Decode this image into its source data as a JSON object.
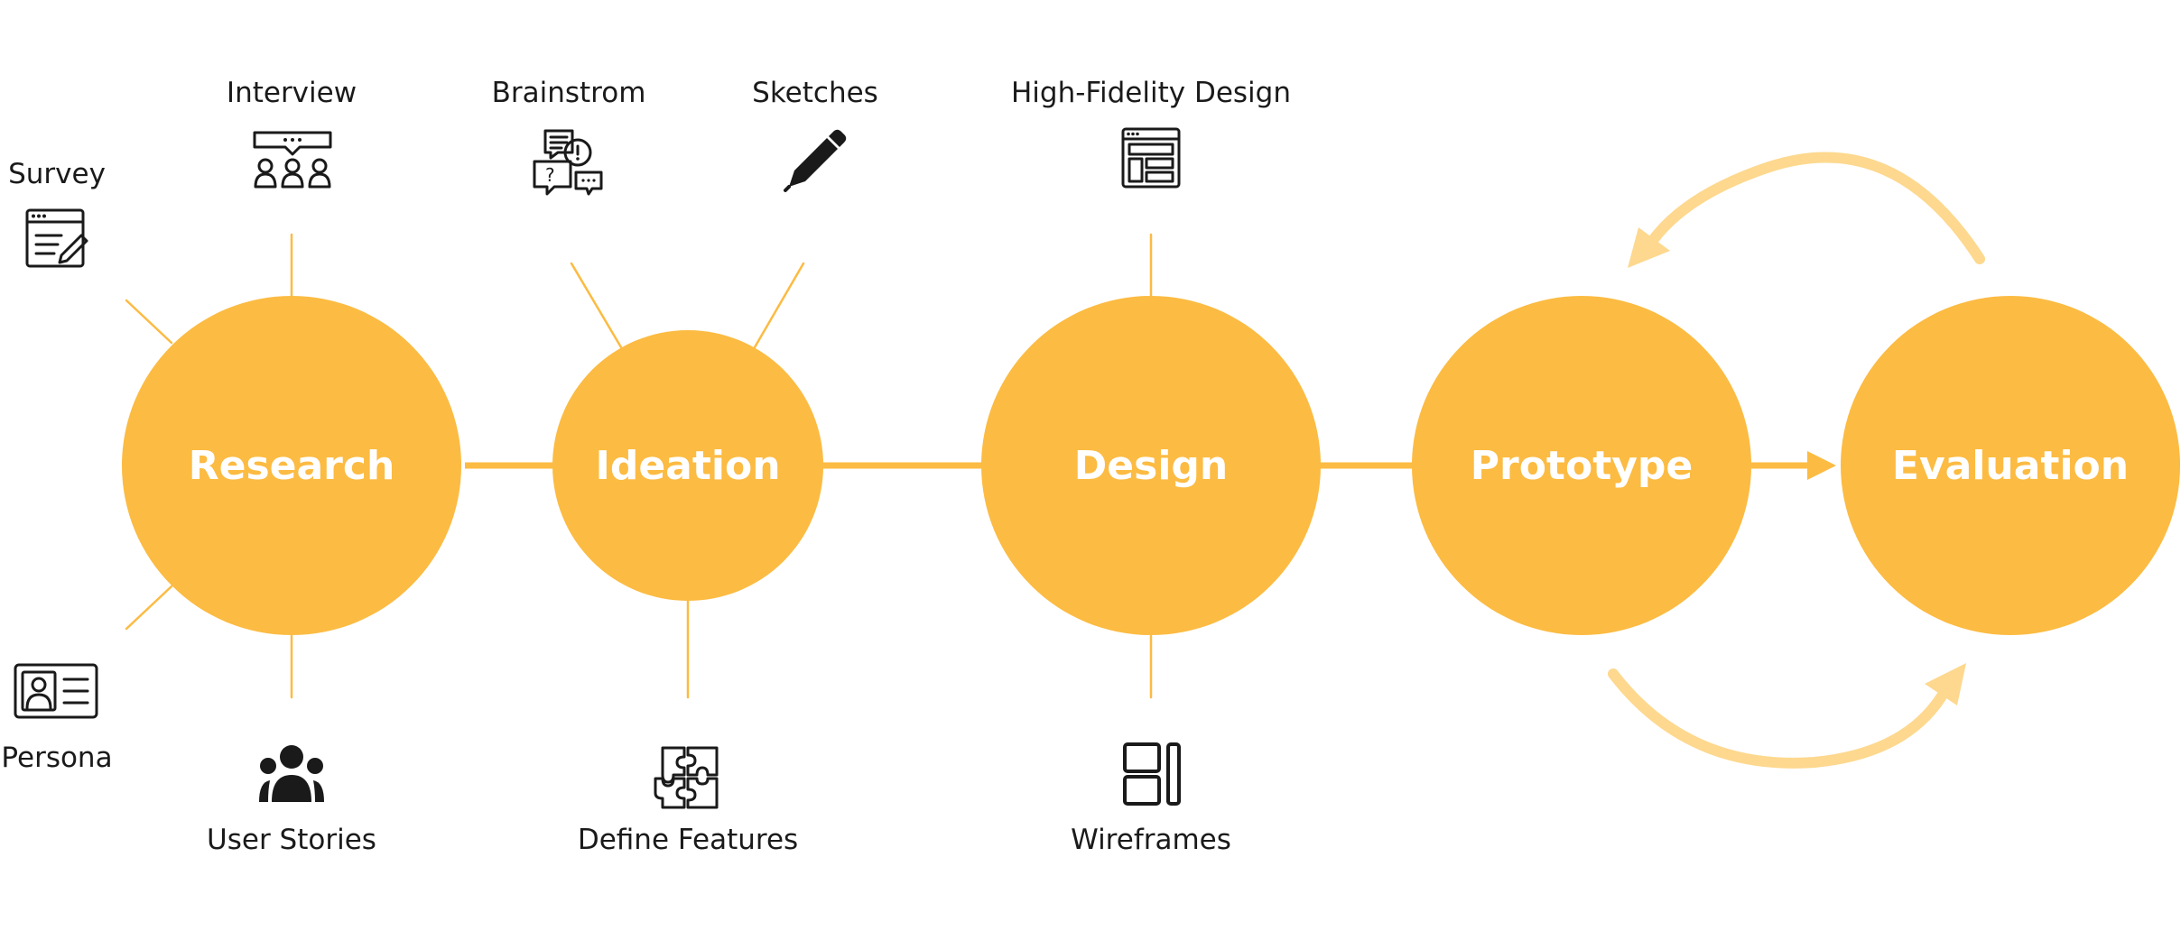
{
  "colors": {
    "stage": "#FCBB42",
    "connector": "#FCBB42",
    "cycle_arrow": "#FDD88E",
    "text": "#1A1A1A",
    "stage_text": "#FFFFFF"
  },
  "stages": [
    {
      "id": "research",
      "label": "Research"
    },
    {
      "id": "ideation",
      "label": "Ideation"
    },
    {
      "id": "design",
      "label": "Design"
    },
    {
      "id": "prototype",
      "label": "Prototype"
    },
    {
      "id": "evaluation",
      "label": "Evaluation"
    }
  ],
  "methods": {
    "survey": {
      "label": "Survey",
      "icon": "survey-form-icon"
    },
    "interview": {
      "label": "Interview",
      "icon": "interview-group-icon"
    },
    "persona": {
      "label": "Persona",
      "icon": "persona-card-icon"
    },
    "user_stories": {
      "label": "User Stories",
      "icon": "user-group-icon"
    },
    "brainstorm": {
      "label": "Brainstrom",
      "icon": "speech-bubbles-icon"
    },
    "sketches": {
      "label": "Sketches",
      "icon": "pencil-icon"
    },
    "define_features": {
      "label": "Define Features",
      "icon": "puzzle-icon"
    },
    "high_fidelity": {
      "label": "High-Fidelity Design",
      "icon": "web-layout-icon"
    },
    "wireframes": {
      "label": "Wireframes",
      "icon": "wireframe-layout-icon"
    }
  }
}
